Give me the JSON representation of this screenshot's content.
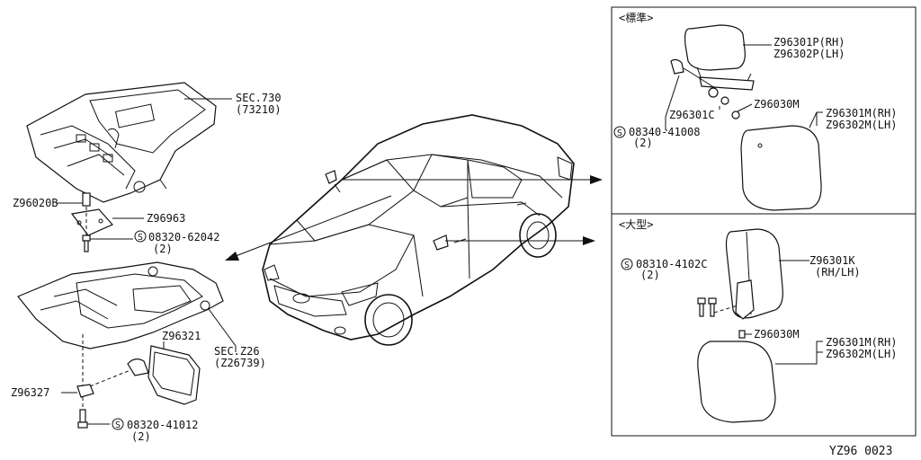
{
  "left_parts": {
    "sec730": "SEC.730",
    "sec730_code": "(73210)",
    "z96020b": "Z96020B",
    "z96963": "Z96963",
    "bolt1": "08320-62042",
    "bolt1_qty": "(2)",
    "z96321": "Z96321",
    "sec226": "SEC.Z26",
    "sec226_code": "(Z26739)",
    "z96327": "Z96327",
    "bolt2": "08320-41012",
    "bolt2_qty": "(2)",
    "s_symbol": "S"
  },
  "box_standard": {
    "title": "<標準>",
    "part_p_rh": "Z96301P(RH)",
    "part_p_lh": "Z96302P(LH)",
    "part_030m": "Z96030M",
    "part_m_rh": "Z96301M(RH)",
    "part_m_lh": "Z96302M(LH)",
    "part_c": "Z96301C",
    "bolt": "08340-41008",
    "bolt_qty": "(2)",
    "s_symbol": "S"
  },
  "box_large": {
    "title": "<大型>",
    "part_k": "Z96301K",
    "part_k_side": "(RH/LH)",
    "bolt": "08310-4102C",
    "bolt_qty": "(2)",
    "part_030m": "Z96030M",
    "part_m_rh": "Z96301M(RH)",
    "part_m_lh": "Z96302M(LH)",
    "s_symbol": "S"
  },
  "footer": {
    "code": "YZ96 0023"
  }
}
